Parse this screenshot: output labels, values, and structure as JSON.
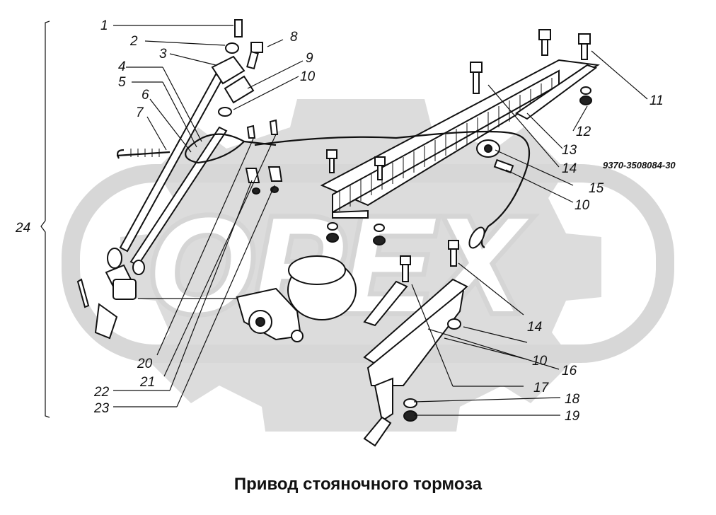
{
  "figure": {
    "caption": "Привод стояночного тормоза",
    "drawing_code": "9370-3508084-30",
    "watermark": "OPEX",
    "callouts": [
      "1",
      "2",
      "3",
      "4",
      "5",
      "6",
      "7",
      "8",
      "9",
      "10",
      "10",
      "10",
      "10",
      "11",
      "12",
      "13",
      "14",
      "14",
      "15",
      "16",
      "17",
      "18",
      "19",
      "20",
      "21",
      "22",
      "23",
      "24"
    ]
  }
}
